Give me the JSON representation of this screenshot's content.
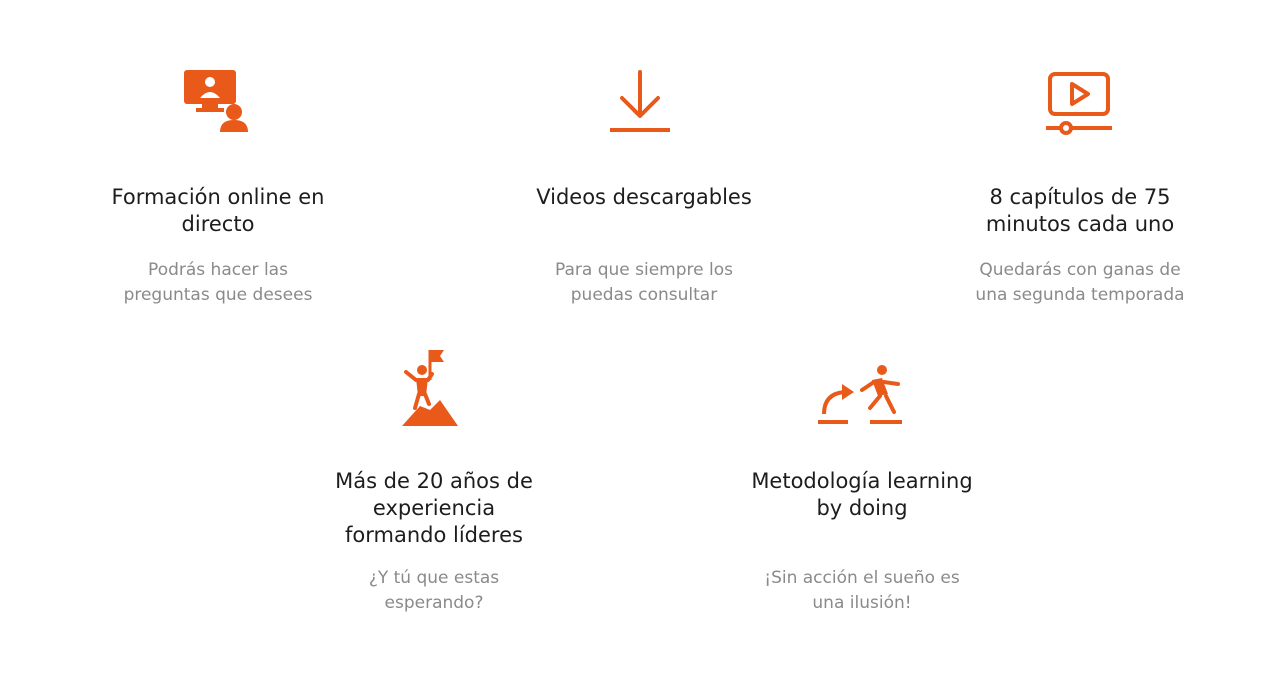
{
  "colors": {
    "accent": "#e8591a",
    "title": "#1d1d1d",
    "description": "#8a8a8a",
    "background": "#ffffff"
  },
  "features": [
    {
      "icon": "monitor-user-icon",
      "title_line1": "Formación online en",
      "title_line2": "directo",
      "title_line3": "",
      "desc_line1": "Podrás hacer las",
      "desc_line2": "preguntas que desees"
    },
    {
      "icon": "download-icon",
      "title_line1": "Videos descargables",
      "title_line2": "",
      "title_line3": "",
      "desc_line1": "Para que siempre los",
      "desc_line2": "puedas consultar"
    },
    {
      "icon": "video-player-icon",
      "title_line1": "8 capítulos de 75",
      "title_line2": "minutos cada uno",
      "title_line3": "",
      "desc_line1": "Quedarás con ganas de",
      "desc_line2": "una segunda temporada"
    },
    {
      "icon": "summit-flag-icon",
      "title_line1": "Más de 20 años de",
      "title_line2": "experiencia",
      "title_line3": "formando líderes",
      "desc_line1": "¿Y tú que estas",
      "desc_line2": "esperando?"
    },
    {
      "icon": "running-step-icon",
      "title_line1": "Metodología learning",
      "title_line2": "by doing",
      "title_line3": "",
      "desc_line1": "¡Sin acción el sueño es",
      "desc_line2": "una ilusión!"
    }
  ]
}
